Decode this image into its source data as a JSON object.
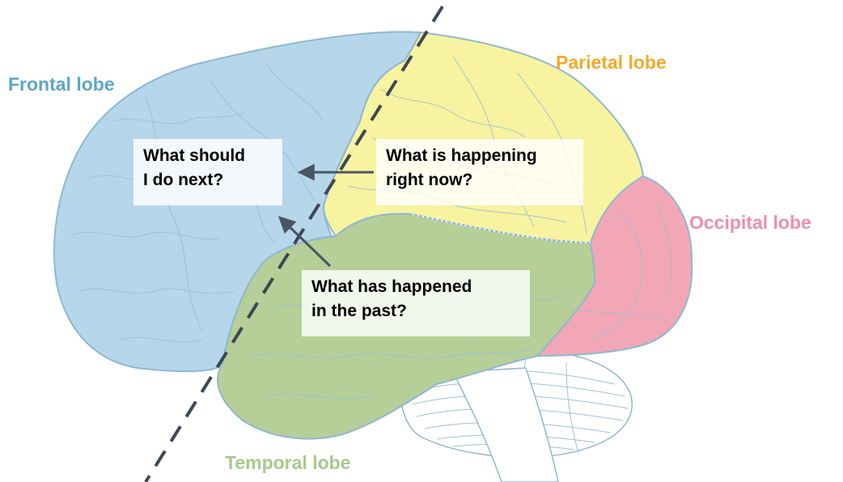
{
  "labels": {
    "frontal": "Frontal lobe",
    "parietal": "Parietal lobe",
    "occipital": "Occipital lobe",
    "temporal": "Temporal lobe"
  },
  "questions": {
    "frontal": "What should\nI do next?",
    "parietal": "What is happening\nright now?",
    "temporal": "What has happened\nin the past?"
  },
  "colors": {
    "frontal_fill": "#b6d6ea",
    "frontal_label": "#5ea6c8",
    "parietal_fill": "#f8f3a0",
    "parietal_label": "#f2a92a",
    "occipital_fill": "#f2a7b6",
    "occipital_label": "#ef8fa5",
    "temporal_fill": "#b6cf98",
    "temporal_label": "#a7c98c",
    "outline": "#8fb8d0",
    "arrow": "#4a5563",
    "divider": "#3e4753"
  }
}
